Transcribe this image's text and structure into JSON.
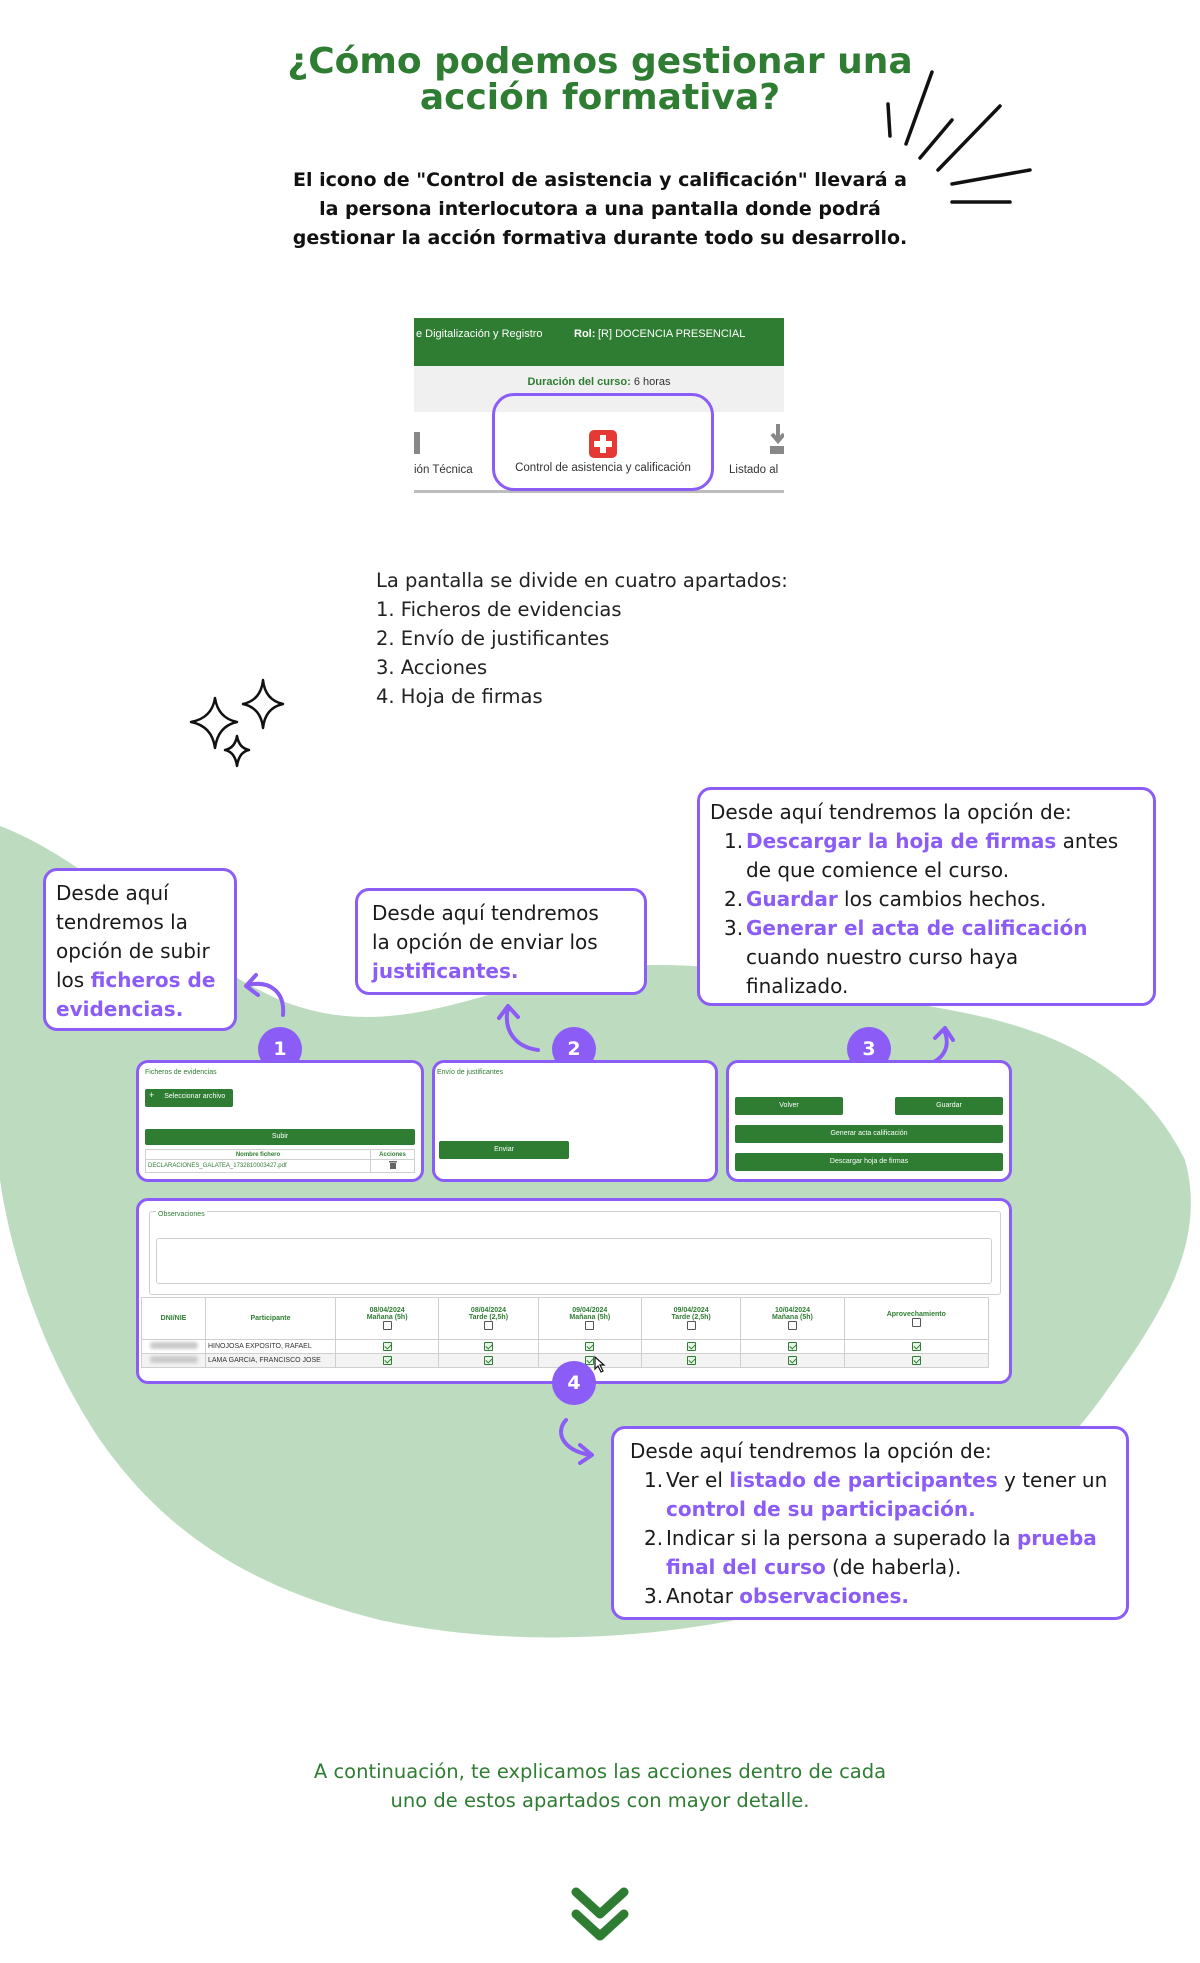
{
  "title": {
    "line1": "¿Cómo podemos gestionar una",
    "line2": "acción formativa?"
  },
  "intro": {
    "line1": "El icono de \"Control de asistencia y calificación\" llevará a",
    "line2": "la persona interlocutora a una pantalla donde podrá",
    "line3": "gestionar la acción formativa durante todo su desarrollo."
  },
  "screenshot": {
    "header_left": "e Digitalización y Registro",
    "header_role_label": "Rol:",
    "header_role_value": "[R] DOCENCIA PRESENCIAL",
    "duration_label": "Duración del curso:",
    "duration_value": "6 horas",
    "tab_left": "ión Técnica",
    "tab_center": "Control de asistencia y calificación",
    "tab_right": "Listado al"
  },
  "sections": {
    "intro": "La pantalla se divide en cuatro apartados:",
    "items": [
      "1. Ficheros de evidencias",
      "2. Envío de justificantes",
      "3. Acciones",
      "4. Hoja de firmas"
    ]
  },
  "callout1": {
    "l1": "Desde aquí",
    "l2": "tendremos la",
    "l3": "opción de subir",
    "l4_a": "los ",
    "l4_b": "ficheros de",
    "l5": "evidencias."
  },
  "callout2": {
    "l1": "Desde aquí tendremos",
    "l2": "la opción de enviar los",
    "l3": "justificantes."
  },
  "callout3": {
    "intro": "Desde aquí tendremos la opción de:",
    "i1_n": "1.",
    "i1_hl": "Descargar la hoja de firmas",
    "i1_a": " antes",
    "i1_b": "de que comience el curso.",
    "i2_n": "2.",
    "i2_hl": "Guardar",
    "i2_a": " los cambios hechos.",
    "i3_n": "3.",
    "i3_hl": "Generar el acta de calificación",
    "i3_a": "cuando nuestro curso haya",
    "i3_b": "finalizado."
  },
  "callout4": {
    "intro": "Desde aquí tendremos la opción de:",
    "i1_n": "1.",
    "i1_a": "Ver el ",
    "i1_hl": "listado de participantes",
    "i1_b": " y tener un",
    "i1_hl2": "control de su participación.",
    "i2_n": "2.",
    "i2_a": "Indicar si la persona a superado la ",
    "i2_hl": "prueba",
    "i2_hl2": "final del curso",
    "i2_b": " (de haberla).",
    "i3_n": "3.",
    "i3_a": "Anotar ",
    "i3_hl": "observaciones."
  },
  "badges": [
    "1",
    "2",
    "3",
    "4"
  ],
  "panel1": {
    "title": "Ficheros de evidencias",
    "select": "Seleccionar archivo",
    "upload": "Subir",
    "col_name": "Nombre fichero",
    "col_actions": "Acciones",
    "file": "DECLARACIONES_GALATEA_1732810003427.pdf"
  },
  "panel2": {
    "title": "Envío de justificantes",
    "send": "Enviar"
  },
  "panel3": {
    "back": "Volver",
    "save": "Guardar",
    "generate": "Generar acta calificación",
    "download": "Descargar hoja de firmas"
  },
  "panel4": {
    "obs_label": "Observaciones",
    "col_id": "DNI/NIE",
    "col_participant": "Participante",
    "sessions": [
      {
        "date": "08/04/2024",
        "slot": "Mañana (5h)"
      },
      {
        "date": "08/04/2024",
        "slot": "Tarde (2,5h)"
      },
      {
        "date": "09/04/2024",
        "slot": "Mañana (5h)"
      },
      {
        "date": "09/04/2024",
        "slot": "Tarde (2,5h)"
      },
      {
        "date": "10/04/2024",
        "slot": "Mañana (5h)"
      }
    ],
    "col_pass": "Aprovechamiento",
    "rows": [
      {
        "name": "HINOJOSA EXPOSITO, RAFAEL"
      },
      {
        "name": "LAMA GARCIA, FRANCISCO JOSE"
      }
    ]
  },
  "footer": {
    "l1": "A continuación, te explicamos las acciones dentro de cada",
    "l2": "uno de estos apartados con mayor detalle."
  },
  "colors": {
    "green": "#2e7d32",
    "purple": "#8b5cf6",
    "blob": "#bddcbf"
  }
}
